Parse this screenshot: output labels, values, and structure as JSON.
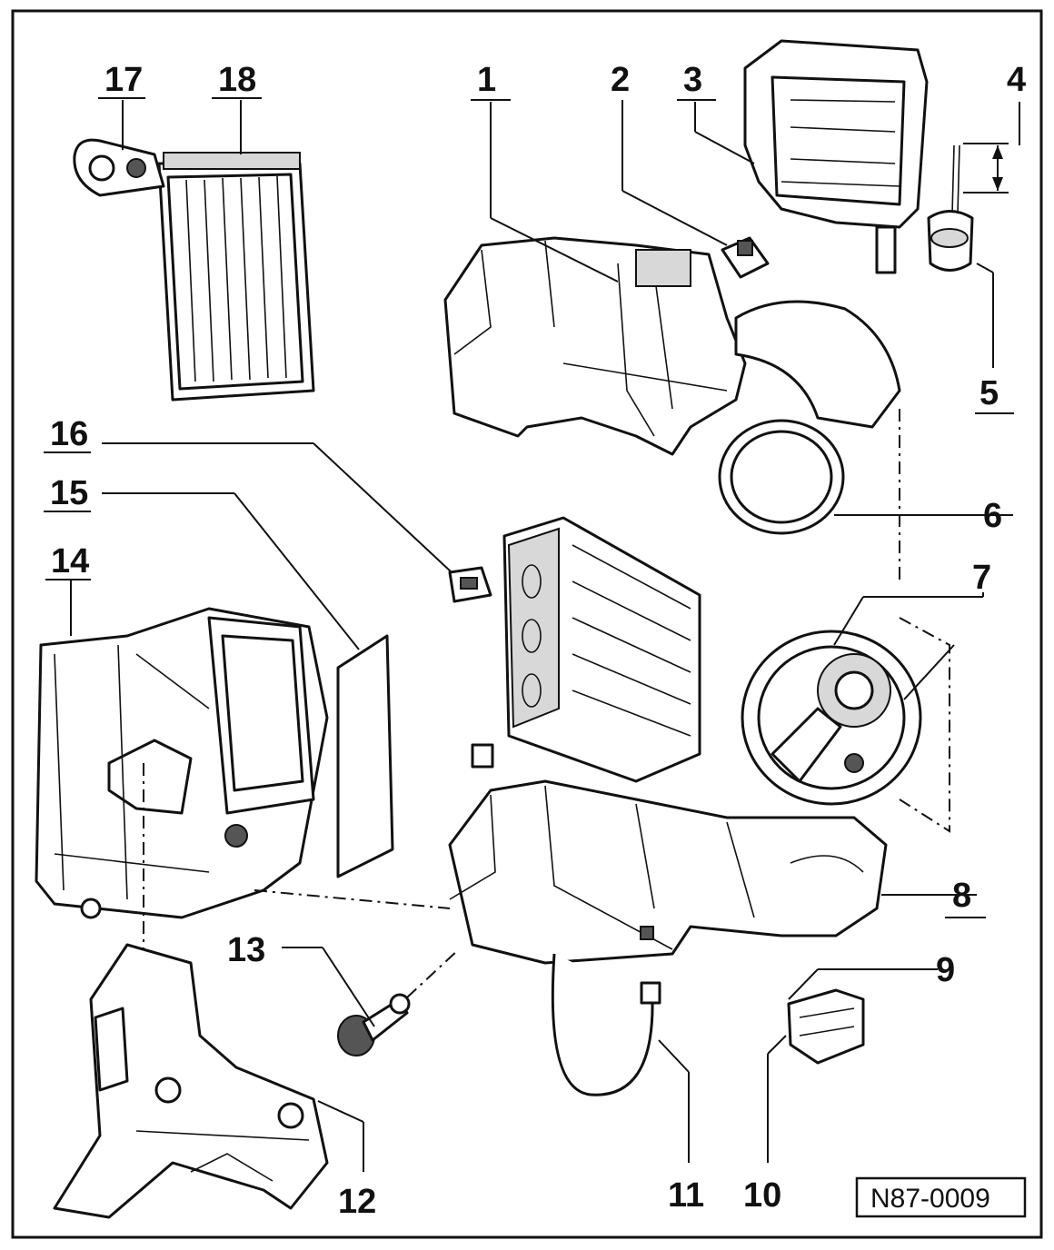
{
  "figure": {
    "reference": "N87-0009",
    "callouts": [
      "1",
      "2",
      "3",
      "4",
      "5",
      "6",
      "7",
      "8",
      "9",
      "10",
      "11",
      "12",
      "13",
      "14",
      "15",
      "16",
      "17",
      "18"
    ]
  }
}
